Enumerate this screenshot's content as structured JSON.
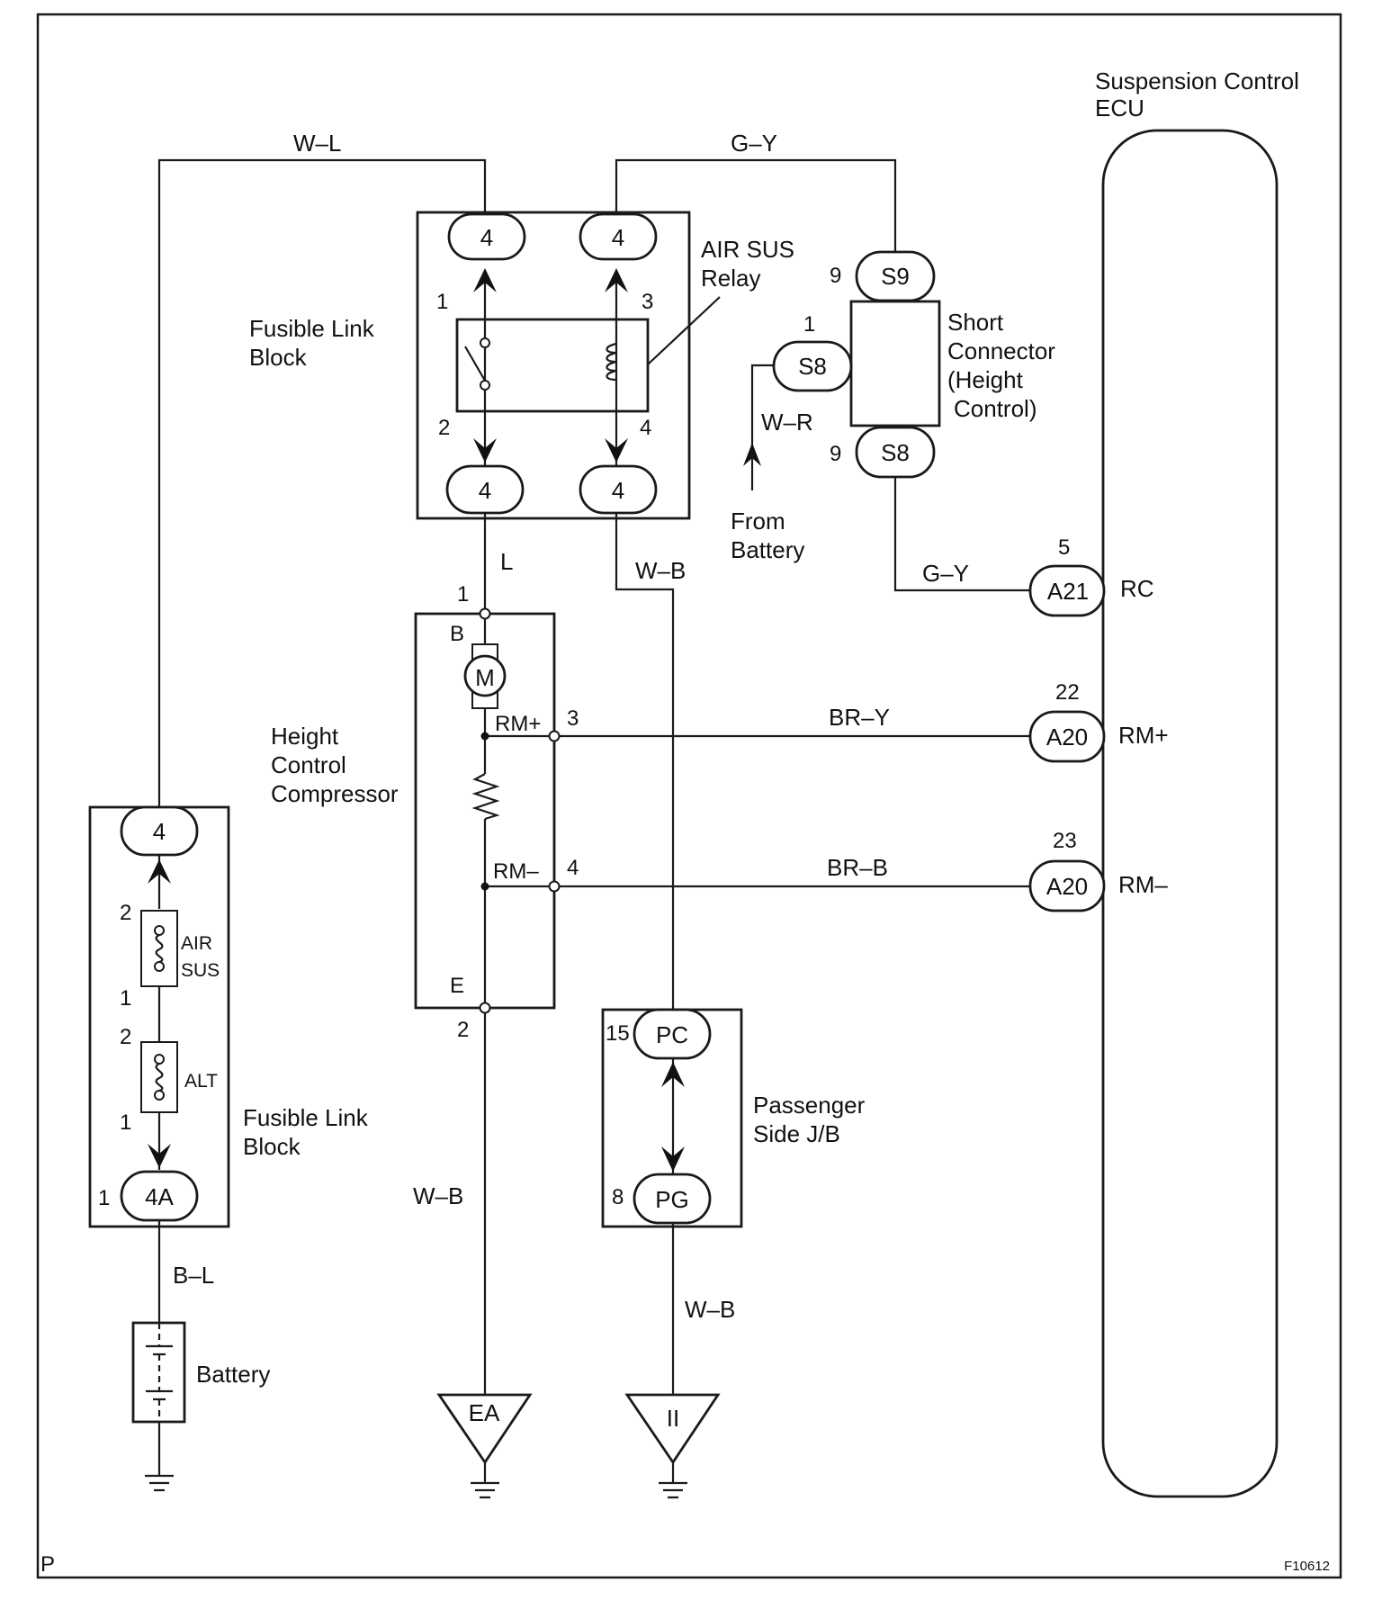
{
  "figure_id": "F10612",
  "corner_letter": "P",
  "components": {
    "ecu": {
      "line1": "Suspension Control",
      "line2": "ECU",
      "pins": {
        "rc": "RC",
        "rm_plus": "RM+",
        "rm_minus": "RM–"
      }
    },
    "fusible_link_block_upper": {
      "line1": "Fusible Link",
      "line2": "Block"
    },
    "fusible_link_block_lower": {
      "line1": "Fusible Link",
      "line2": "Block"
    },
    "relay": {
      "line1": "AIR SUS",
      "line2": "Relay"
    },
    "short_connector": {
      "line1": "Short",
      "line2": "Connector",
      "line3": "(Height",
      "line4": "Control)"
    },
    "compressor": {
      "line1": "Height",
      "line2": "Control",
      "line3": "Compressor",
      "motor": "M",
      "pin_b": "B",
      "pin_e": "E",
      "rm_plus": "RM+",
      "rm_minus": "RM–"
    },
    "passenger_jb": {
      "line1": "Passenger",
      "line2": "Side J/B"
    },
    "battery": {
      "label": "Battery"
    },
    "from_battery": {
      "line1": "From",
      "line2": "Battery"
    },
    "fuse_air_sus": {
      "line1": "AIR",
      "line2": "SUS"
    },
    "fuse_alt": {
      "label": "ALT"
    }
  },
  "connectors": {
    "flb_top_left": "4",
    "flb_top_right": "4",
    "flb_bot_left": "4",
    "flb_bot_right": "4",
    "flb2_top": "4",
    "flb2_bot": "4A",
    "s9": "S9",
    "s8_top": "S8",
    "s8_left": "S8",
    "a21": "A21",
    "a20_plus": "A20",
    "a20_minus": "A20",
    "pc": "PC",
    "pg": "PG"
  },
  "pins": {
    "relay_1": "1",
    "relay_3": "3",
    "relay_2": "2",
    "relay_4": "4",
    "s9_pin": "9",
    "s8_pin": "9",
    "s8_left_pin": "1",
    "a21_pin": "5",
    "a20_plus_pin": "22",
    "a20_minus_pin": "23",
    "comp_1": "1",
    "comp_3": "3",
    "comp_4": "4",
    "comp_2": "2",
    "fuse_air_top": "2",
    "fuse_air_bot": "1",
    "fuse_alt_top": "2",
    "fuse_alt_bot": "1",
    "flb2_bot_pin": "1",
    "pc_pin": "15",
    "pg_pin": "8"
  },
  "wires": {
    "w_l": "W–L",
    "g_y_top": "G–Y",
    "g_y_ecu": "G–Y",
    "w_r": "W–R",
    "l": "L",
    "w_b_relay": "W–B",
    "br_y": "BR–Y",
    "br_b": "BR–B",
    "w_b_comp": "W–B",
    "w_b_jb": "W–B",
    "b_l": "B–L"
  },
  "grounds": {
    "ea": "EA",
    "ii": "II"
  }
}
